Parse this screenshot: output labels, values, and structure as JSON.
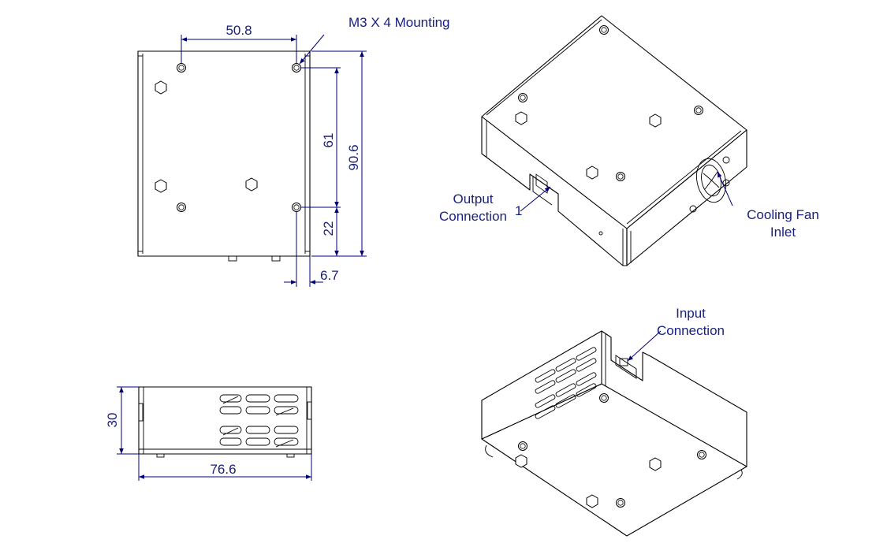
{
  "callouts": {
    "mounting": "M3 X 4 Mounting",
    "output_line1": "Output",
    "output_line2": "Connection",
    "output_pin": "1",
    "fan_line1": "Cooling Fan",
    "fan_line2": "Inlet",
    "input_line1": "Input",
    "input_line2": "Connection"
  },
  "dimensions": {
    "hole_spacing_x": "50.8",
    "hole_spacing_y": "61",
    "overall_height": "90.6",
    "hole_offset_y": "22",
    "hole_offset_x": "6.7",
    "side_height": "30",
    "overall_width": "76.6"
  },
  "colors": {
    "line": "#000000",
    "dimension": "#00007a",
    "text": "#1a2080"
  }
}
